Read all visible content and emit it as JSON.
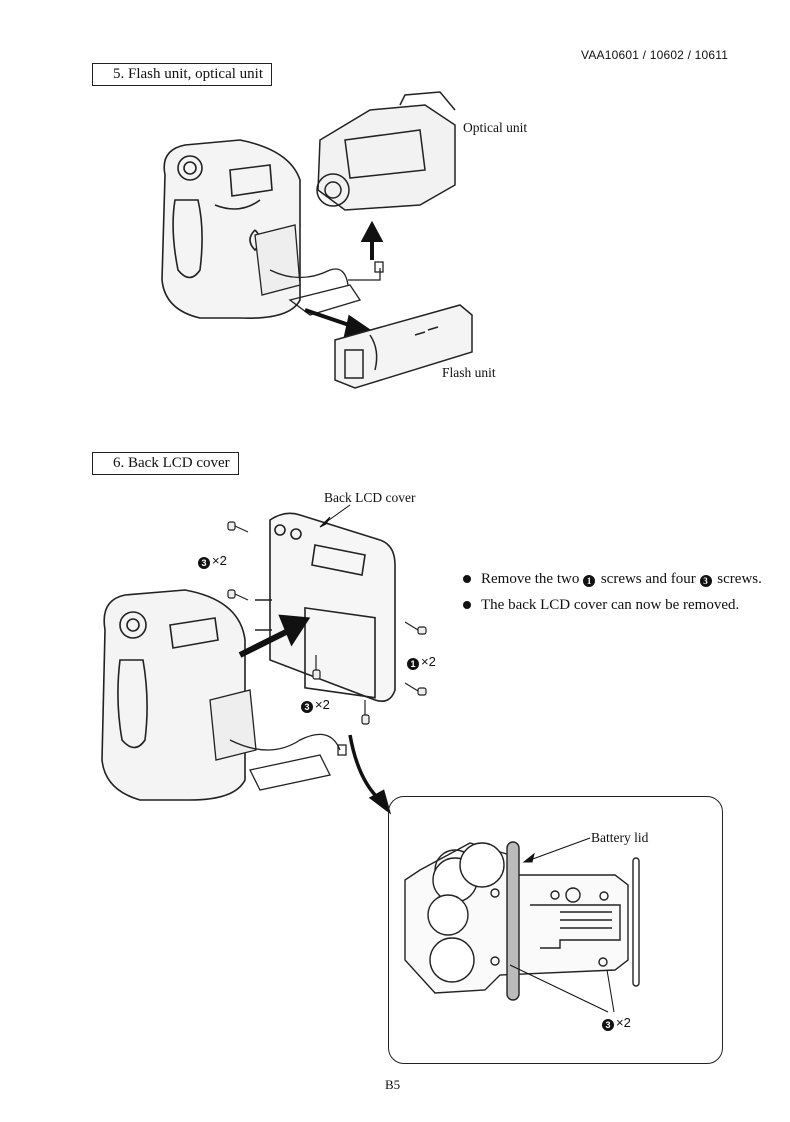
{
  "document_id": "VAA10601 / 10602 / 10611",
  "sections": [
    {
      "heading": "5.  Flash unit, optical unit",
      "labels": {
        "optical_unit": "Optical unit",
        "flash_unit": "Flash unit"
      }
    },
    {
      "heading": "6.  Back LCD cover",
      "labels": {
        "back_lcd_cover": "Back LCD cover",
        "screw3_qty_left": "×2",
        "screw1_qty": "×2",
        "screw3_qty_bottom": "×2",
        "battery_lid": "Battery lid",
        "screw3_qty_inset": "×2"
      },
      "screw_numbers": {
        "one": "1",
        "three": "3"
      },
      "instructions": [
        {
          "before": "Remove the two ",
          "num1": "1",
          "middle": " screws and four ",
          "num2": "3",
          "after": " screws."
        },
        {
          "text": "The back LCD cover can now be removed."
        }
      ]
    }
  ],
  "page_number": "B5"
}
